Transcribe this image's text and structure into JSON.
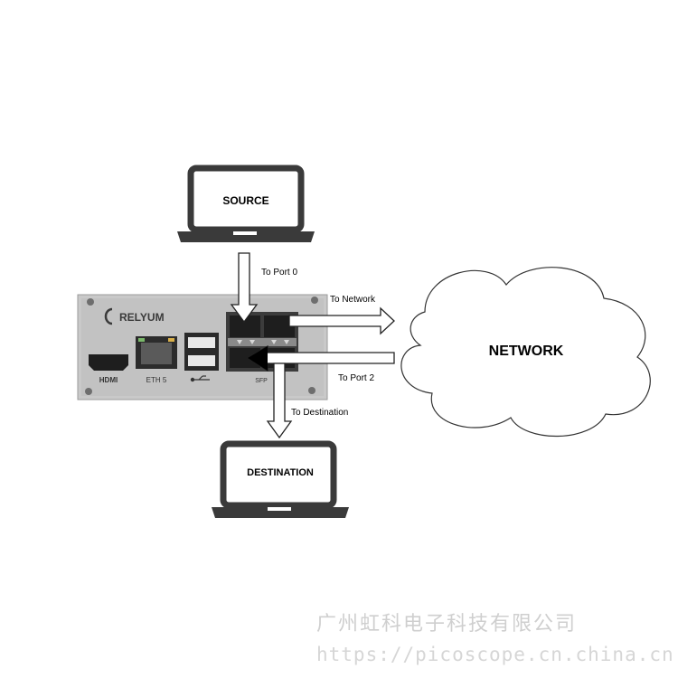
{
  "source_label": "SOURCE",
  "destination_label": "DESTINATION",
  "network_label": "NETWORK",
  "brand": "RELYUM",
  "port_labels": {
    "hdmi": "HDMI",
    "eth": "ETH 5",
    "sfp": "SFP"
  },
  "arrows": {
    "to_port0": "To Port 0",
    "to_network": "To Network",
    "to_port2": "To Port 2",
    "to_destination": "To Destination"
  },
  "watermark": {
    "company": "广州虹科电子科技有限公司",
    "url": "https://picoscope.cn.china.cn"
  },
  "colors": {
    "laptop": "#3a3a3a",
    "device_face": "#c4c4c4",
    "arrow_dark": "#000000"
  }
}
